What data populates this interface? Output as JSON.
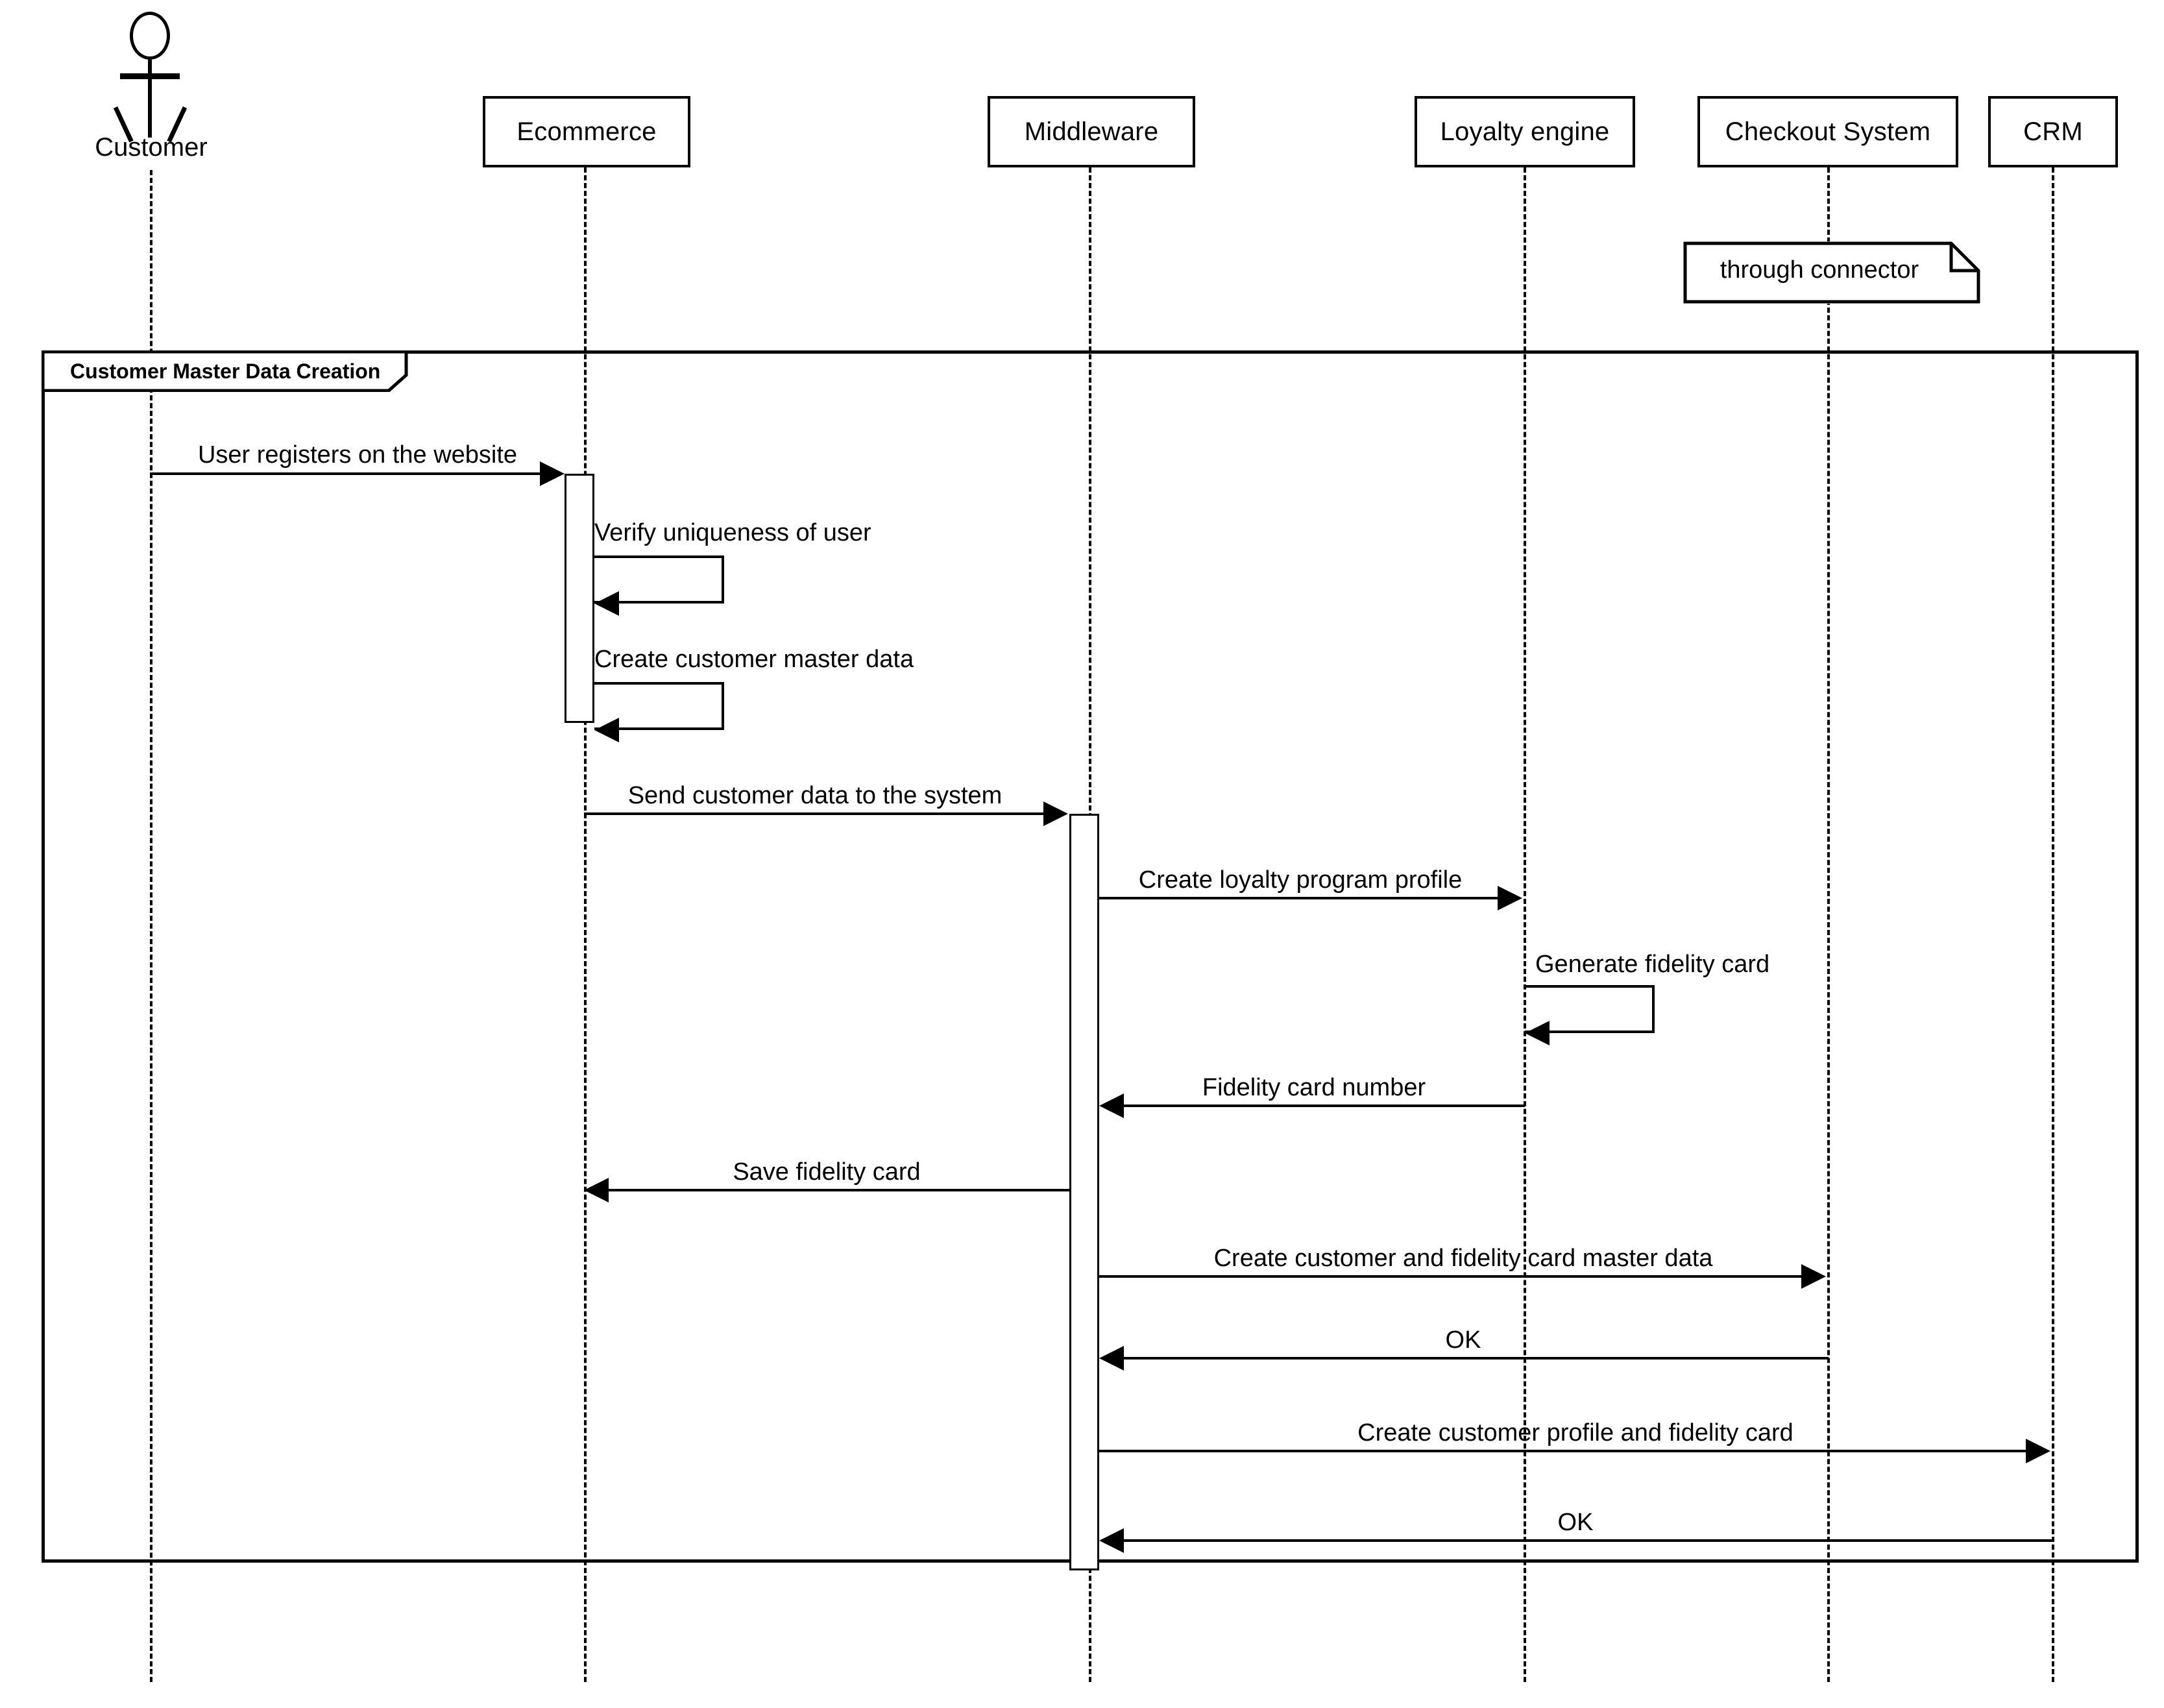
{
  "diagram": {
    "type": "uml-sequence-diagram",
    "title": "Customer Master Data Creation"
  },
  "participants": [
    {
      "id": "customer",
      "label": "Customer",
      "kind": "actor"
    },
    {
      "id": "ecommerce",
      "label": "Ecommerce",
      "kind": "object"
    },
    {
      "id": "middleware",
      "label": "Middleware",
      "kind": "object"
    },
    {
      "id": "loyalty",
      "label": "Loyalty engine",
      "kind": "object"
    },
    {
      "id": "checkout",
      "label": "Checkout System",
      "kind": "object"
    },
    {
      "id": "crm",
      "label": "CRM",
      "kind": "object"
    }
  ],
  "notes": [
    {
      "id": "note-connector",
      "text": "through connector",
      "attached_to": "checkout"
    }
  ],
  "fragment": {
    "label": "Customer Master Data Creation"
  },
  "messages": [
    {
      "index": 1,
      "label": "User registers on the website",
      "from": "customer",
      "to": "ecommerce",
      "kind": "call",
      "direction": "right"
    },
    {
      "index": 2,
      "label": "Verify uniqueness of user",
      "from": "ecommerce",
      "to": "ecommerce",
      "kind": "self",
      "direction": "left"
    },
    {
      "index": 3,
      "label": "Create customer master data",
      "from": "ecommerce",
      "to": "ecommerce",
      "kind": "self",
      "direction": "left"
    },
    {
      "index": 4,
      "label": "Send customer data to the system",
      "from": "ecommerce",
      "to": "middleware",
      "kind": "call",
      "direction": "right"
    },
    {
      "index": 5,
      "label": "Create loyalty program profile",
      "from": "middleware",
      "to": "loyalty",
      "kind": "call",
      "direction": "right"
    },
    {
      "index": 6,
      "label": "Generate fidelity card",
      "from": "loyalty",
      "to": "loyalty",
      "kind": "self",
      "direction": "left"
    },
    {
      "index": 7,
      "label": "Fidelity card number",
      "from": "loyalty",
      "to": "middleware",
      "kind": "return",
      "direction": "left"
    },
    {
      "index": 8,
      "label": "Save fidelity card",
      "from": "middleware",
      "to": "ecommerce",
      "kind": "call",
      "direction": "left"
    },
    {
      "index": 9,
      "label": "Create customer and fidelity card master data",
      "from": "middleware",
      "to": "checkout",
      "kind": "call",
      "direction": "right"
    },
    {
      "index": 10,
      "label": "OK",
      "from": "checkout",
      "to": "middleware",
      "kind": "return",
      "direction": "left"
    },
    {
      "index": 11,
      "label": "Create customer profile and fidelity card",
      "from": "middleware",
      "to": "crm",
      "kind": "call",
      "direction": "right"
    },
    {
      "index": 12,
      "label": "OK",
      "from": "crm",
      "to": "middleware",
      "kind": "return",
      "direction": "left"
    }
  ],
  "colors": {
    "stroke": "#000000",
    "background": "#ffffff"
  }
}
